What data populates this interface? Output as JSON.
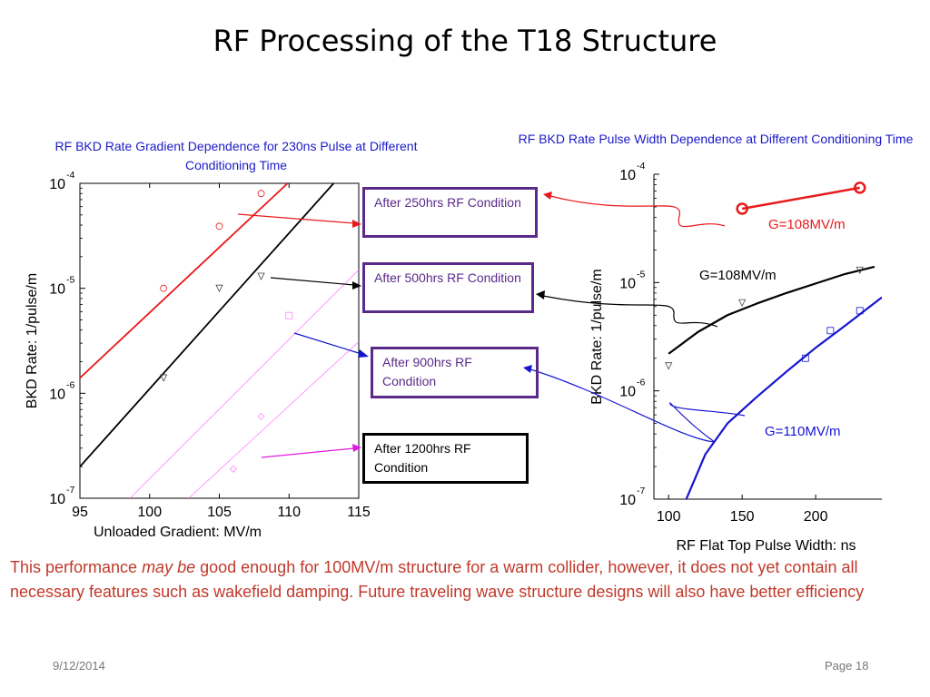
{
  "slide": {
    "title": "RF Processing of the T18 Structure",
    "date": "9/12/2014",
    "page": "Page 18",
    "summary_pre": "This performance ",
    "summary_em": "may be",
    "summary_post": " good enough for 100MV/m structure for a warm collider, however, it does not yet contain all necessary features such as wakefield damping. Future traveling wave structure designs will also have better efficiency"
  },
  "left_caption": "RF BKD Rate Gradient Dependence for 230ns Pulse at Different Conditioning Time",
  "right_caption": "RF BKD Rate Pulse Width Dependence at Different Conditioning Time",
  "boxes": [
    {
      "label": "After 250hrs RF Condition",
      "color": "#e8191a"
    },
    {
      "label": "After 500hrs RF Condition",
      "color": "#000000"
    },
    {
      "label": "After 900hrs RF Condition",
      "color": "#1515d0"
    },
    {
      "label": "After 1200hrs RF Condition",
      "color": "#e01ae0"
    }
  ],
  "chart_data": [
    {
      "type": "line",
      "xlabel": "Unloaded Gradient: MV/m",
      "ylabel": "BKD Rate: 1/pulse/m",
      "xlim": [
        95,
        115
      ],
      "ylim": [
        1e-07,
        0.0001
      ],
      "yscale": "log",
      "xticks": [
        "95",
        "100",
        "105",
        "110",
        "115"
      ],
      "yticks": [
        "10",
        "10",
        "10",
        "10"
      ],
      "yticks_exp": [
        "-4",
        "-5",
        "-6",
        "-7"
      ],
      "series": [
        {
          "color": "#e8191a",
          "style": "solid",
          "x": [
            95,
            109.9
          ],
          "y": [
            1.4e-06,
            0.0001
          ],
          "markers": "circle",
          "mx": [
            101,
            105,
            108
          ],
          "my": [
            1e-05,
            3.9e-05,
            8e-05
          ]
        },
        {
          "color": "#000000",
          "style": "solid",
          "x": [
            95,
            113.2
          ],
          "y": [
            2e-07,
            0.0001
          ],
          "markers": "triangle-down",
          "mx": [
            101,
            105,
            108
          ],
          "my": [
            1.4e-06,
            1e-05,
            1.3e-05
          ]
        },
        {
          "color": "#ff80ff",
          "style": "thin",
          "x": [
            98.6,
            115
          ],
          "y": [
            1e-07,
            1.5e-05
          ],
          "markers": "square",
          "mx": [
            110
          ],
          "my": [
            5.5e-06
          ]
        },
        {
          "color": "#ff80ff",
          "style": "thin",
          "x": [
            102.8,
            115
          ],
          "y": [
            1e-07,
            3.1e-06
          ],
          "markers": "diamond",
          "mx": [
            106,
            108
          ],
          "my": [
            1.9e-07,
            6e-07
          ]
        }
      ]
    },
    {
      "type": "line",
      "xlabel": "RF Flat Top Pulse Width: ns",
      "ylabel": "BKD Rate: 1/pulse/m",
      "xlim": [
        90,
        245
      ],
      "ylim": [
        1e-07,
        0.0001
      ],
      "yscale": "log",
      "xticks": [
        "100",
        "150",
        "200"
      ],
      "yticks": [
        "10",
        "10",
        "10",
        "10"
      ],
      "yticks_exp": [
        "-4",
        "-5",
        "-6",
        "-7"
      ],
      "annotations": [
        "G=108MV/m",
        "G=108MV/m",
        "G=110MV/m"
      ],
      "series": [
        {
          "color": "#e8191a",
          "style": "thick",
          "x": [
            150,
            230
          ],
          "y": [
            4.8e-05,
            7.5e-05
          ],
          "markers": "circle",
          "mx": [
            150,
            230
          ],
          "my": [
            4.8e-05,
            7.5e-05
          ]
        },
        {
          "color": "#000000",
          "style": "curve",
          "x": [
            100,
            120,
            140,
            160,
            180,
            200,
            220,
            240
          ],
          "y": [
            2.2e-06,
            3.5e-06,
            5e-06,
            6.4e-06,
            8e-06,
            9.8e-06,
            1.2e-05,
            1.4e-05
          ],
          "markers": "triangle-down",
          "mx": [
            100,
            150,
            230
          ],
          "my": [
            1.7e-06,
            6.5e-06,
            1.3e-05
          ]
        },
        {
          "color": "#1515d0",
          "style": "curve",
          "x": [
            112,
            125,
            140,
            160,
            180,
            200,
            220,
            245
          ],
          "y": [
            1e-07,
            2.6e-07,
            5e-07,
            8.8e-07,
            1.5e-06,
            2.5e-06,
            4e-06,
            7.3e-06
          ],
          "markers": "square",
          "mx": [
            193,
            210,
            230
          ],
          "my": [
            2e-06,
            3.6e-06,
            5.5e-06
          ]
        }
      ]
    }
  ]
}
